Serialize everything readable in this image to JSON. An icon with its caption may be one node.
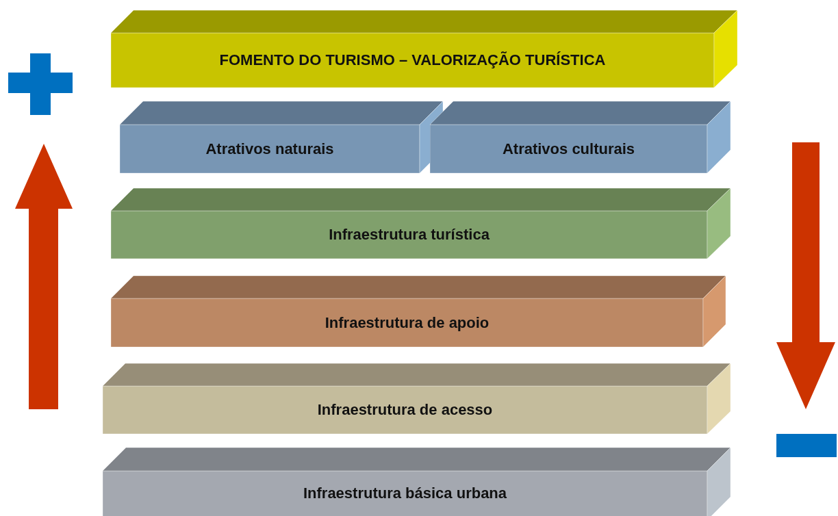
{
  "diagram": {
    "nodes": [
      {
        "text": [
          "FOMENTO DO TURISMO – VALORIZAÇÃO TURÍSTICA"
        ]
      },
      {
        "text": [
          "Atrativos naturais"
        ]
      },
      {
        "text": [
          "Atrativos culturais"
        ]
      },
      {
        "text": [
          "Infraestrutura turística"
        ]
      },
      {
        "text": [
          "Infraestrutura de apoio"
        ]
      },
      {
        "text": [
          "Infraestrutura de acesso"
        ]
      },
      {
        "text": [
          "Infraestrutura básica urbana"
        ]
      }
    ]
  }
}
